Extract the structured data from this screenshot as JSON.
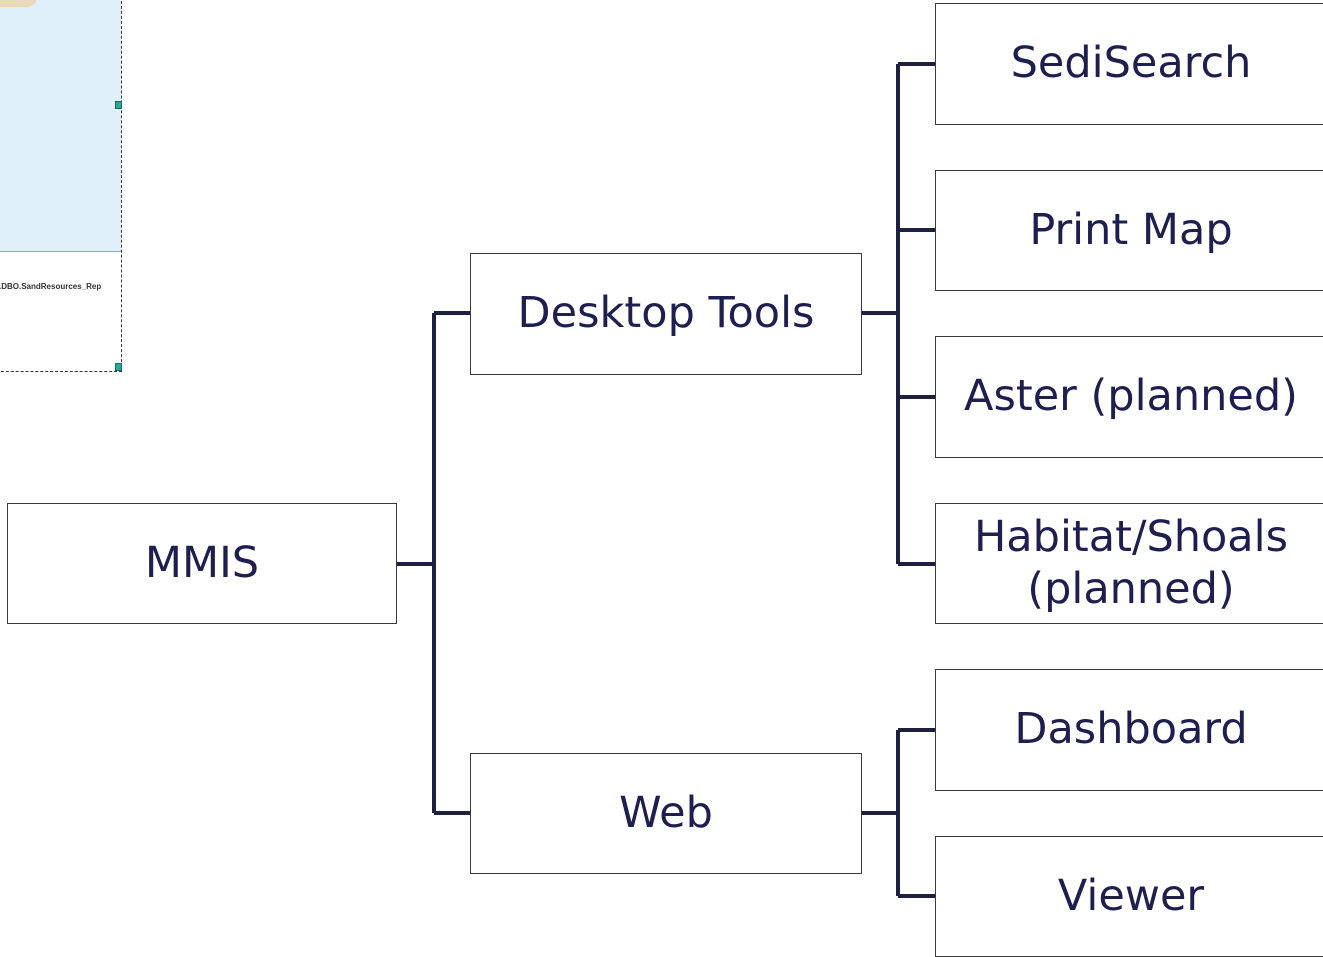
{
  "map_thumbnail": {
    "caption": ".DBO.SandResources_Rep"
  },
  "diagram": {
    "root": {
      "label": "MMIS"
    },
    "branches": [
      {
        "label": "Desktop Tools",
        "children": [
          {
            "label": "SediSearch"
          },
          {
            "label": "Print Map"
          },
          {
            "label": "Aster (planned)"
          },
          {
            "label": "Habitat/Shoals (planned)",
            "lines": [
              "Habitat/Shoals",
              "(planned)"
            ]
          }
        ]
      },
      {
        "label": "Web",
        "children": [
          {
            "label": "Dashboard"
          },
          {
            "label": "Viewer"
          }
        ]
      }
    ]
  },
  "colors": {
    "connector": "#1f1f3f",
    "text": "#1f1f4f",
    "box_border": "#3a3a3a"
  }
}
